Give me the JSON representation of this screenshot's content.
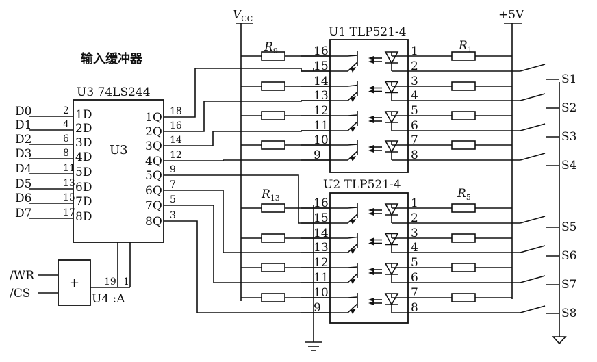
{
  "title_cn": "输入缓冲器",
  "u3": {
    "label": "U3 74LS244",
    "center": "U3",
    "inputs": [
      {
        "sig": "D0",
        "pin": "2",
        "name": "1D"
      },
      {
        "sig": "D1",
        "pin": "4",
        "name": "2D"
      },
      {
        "sig": "D2",
        "pin": "6",
        "name": "3D"
      },
      {
        "sig": "D3",
        "pin": "8",
        "name": "4D"
      },
      {
        "sig": "D4",
        "pin": "11",
        "name": "5D"
      },
      {
        "sig": "D5",
        "pin": "13",
        "name": "6D"
      },
      {
        "sig": "D6",
        "pin": "15",
        "name": "7D"
      },
      {
        "sig": "D7",
        "pin": "17",
        "name": "8D"
      }
    ],
    "outputs": [
      {
        "name": "1Q",
        "pin": "18"
      },
      {
        "name": "2Q",
        "pin": "16"
      },
      {
        "name": "3Q",
        "pin": "14"
      },
      {
        "name": "4Q",
        "pin": "12"
      },
      {
        "name": "5Q",
        "pin": "9"
      },
      {
        "name": "6Q",
        "pin": "7"
      },
      {
        "name": "7Q",
        "pin": "5"
      },
      {
        "name": "8Q",
        "pin": "3"
      }
    ],
    "pin19": "19",
    "pin1": "1"
  },
  "u4": {
    "label": "U4 :A",
    "symbol": "+",
    "in1": "/WR",
    "in2": "/CS"
  },
  "vcc": {
    "main": "V",
    "sub": "CC"
  },
  "plus5v": "+5V",
  "u1": {
    "label": "U1 TLP521-4",
    "left_pins": [
      "16",
      "15",
      "14",
      "13",
      "12",
      "11",
      "10",
      "9"
    ],
    "right_pins": [
      "1",
      "2",
      "3",
      "4",
      "5",
      "6",
      "7",
      "8"
    ]
  },
  "u2": {
    "label": "U2 TLP521-4",
    "left_pins": [
      "16",
      "15",
      "14",
      "13",
      "12",
      "11",
      "10",
      "9"
    ],
    "right_pins": [
      "1",
      "2",
      "3",
      "4",
      "5",
      "6",
      "7",
      "8"
    ]
  },
  "resistors": {
    "r9": {
      "main": "R",
      "sub": "9"
    },
    "r1": {
      "main": "R",
      "sub": "1"
    },
    "r13": {
      "main": "R",
      "sub": "13"
    },
    "r5": {
      "main": "R",
      "sub": "5"
    }
  },
  "switches": [
    "S1",
    "S2",
    "S3",
    "S4",
    "S5",
    "S6",
    "S7",
    "S8"
  ]
}
